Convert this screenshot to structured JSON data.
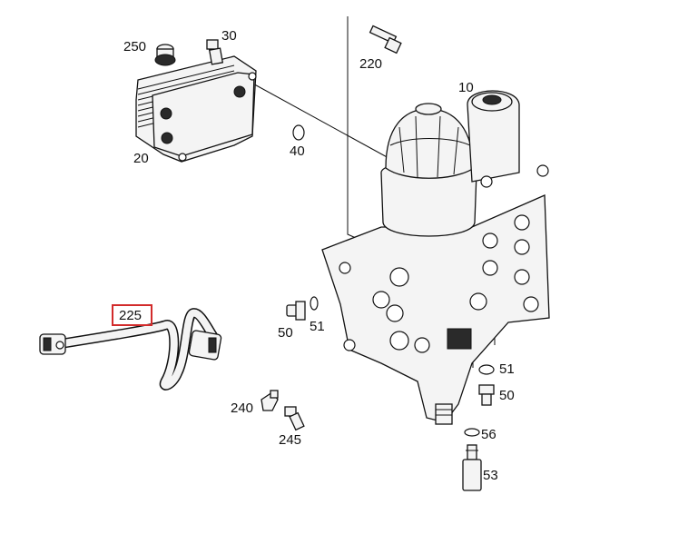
{
  "diagram": {
    "highlight_color": "#d22b2b",
    "labels": {
      "p250": "250",
      "p30": "30",
      "p220": "220",
      "p10": "10",
      "p20": "20",
      "p40": "40",
      "p225": "225",
      "p50a": "50",
      "p51a": "51",
      "p240": "240",
      "p245": "245",
      "p51b": "51",
      "p50b": "50",
      "p56": "56",
      "p53": "53"
    },
    "highlighted_part": "225"
  }
}
